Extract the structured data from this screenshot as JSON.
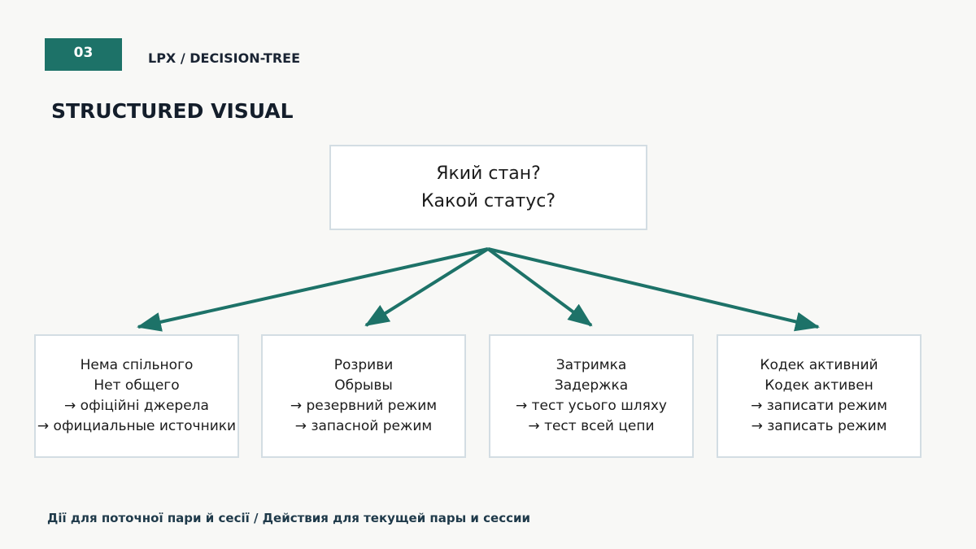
{
  "header": {
    "slide_number": "03",
    "section_label": "LPX / DECISION-TREE"
  },
  "title": "STRUCTURED VISUAL",
  "tree": {
    "root": {
      "lines": [
        "Який стан?",
        "Какой статус?"
      ]
    },
    "leaves": [
      {
        "lines": [
          "Нема спільного",
          "Нет общего",
          "→ офіційні джерела",
          "→ официальные источники"
        ]
      },
      {
        "lines": [
          "Розриви",
          "Обрывы",
          "→ резервний режим",
          "→ запасной режим"
        ]
      },
      {
        "lines": [
          "Затримка",
          "Задержка",
          "→ тест усього шляху",
          "→ тест всей цепи"
        ]
      },
      {
        "lines": [
          "Кодек активний",
          "Кодек активен",
          "→ записати режим",
          "→ записать режим"
        ]
      }
    ]
  },
  "footer": {
    "note": "Дії для поточної пари й сесії / Действия для текущей пары и сессии"
  },
  "colors": {
    "accent": "#1d7268",
    "box_border": "#d3dde3",
    "background": "#f8f8f6"
  }
}
